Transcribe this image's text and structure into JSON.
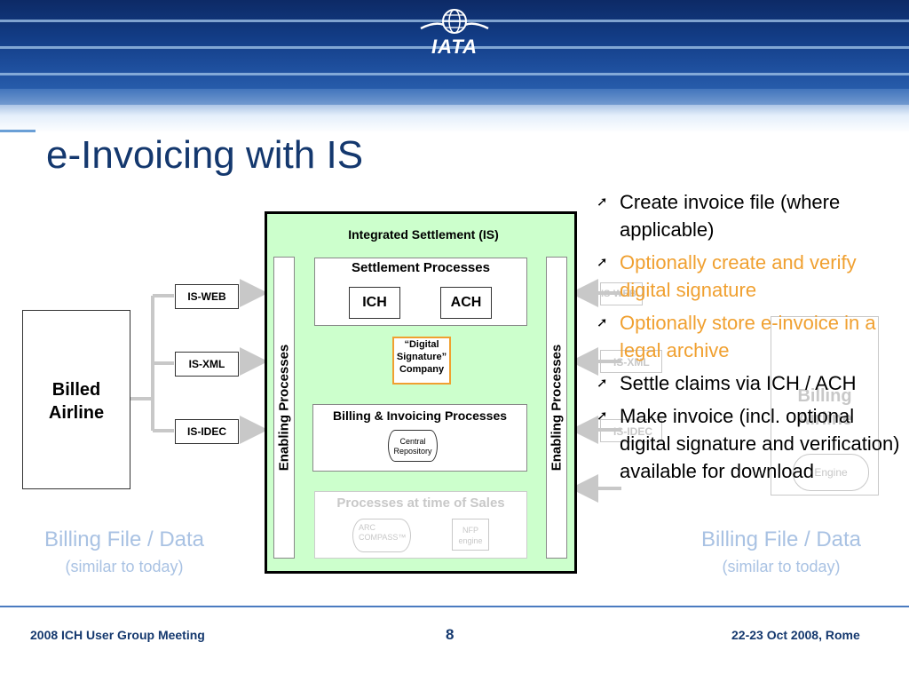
{
  "header": {
    "logo_text": "IATA"
  },
  "slide": {
    "title": "e-Invoicing with IS"
  },
  "diagram": {
    "is_label": "Integrated Settlement (IS)",
    "enabling_left": "Enabling Processes",
    "enabling_right": "Enabling Processes",
    "settlement_title": "Settlement Processes",
    "ich": "ICH",
    "ach": "ACH",
    "digital_signature": [
      "“Digital",
      "Signature”",
      "Company"
    ],
    "billing_title": "Billing & Invoicing Processes",
    "central_repository": [
      "Central",
      "Repository"
    ],
    "sales_title": "Processes at time of Sales",
    "arc_compass": [
      "ARC",
      "COMPASS™"
    ],
    "nfp_engine": [
      "NFP",
      "engine"
    ],
    "is_web": "IS-WEB",
    "is_xml": "IS-XML",
    "is_idec": "IS-IDEC",
    "billed_airline": [
      "Billed",
      "Airline"
    ],
    "right_faded": {
      "is_web": "IS-WEB",
      "is_xml": "IS-XML",
      "is_idec": "IS-IDEC",
      "billing_airline": [
        "Billing",
        "Airline"
      ],
      "engine": "Engine"
    },
    "left_caption": [
      "Billing File / Data",
      "(similar to today)"
    ],
    "right_caption": [
      "Billing File / Data",
      "(similar to today)"
    ]
  },
  "bullets": [
    {
      "text": "Create invoice file (where applicable)",
      "color": "#000000"
    },
    {
      "text": "Optionally create and verify digital signature",
      "color": "#f0a030"
    },
    {
      "text": "Optionally store e-invoice in a legal archive",
      "color": "#f0a030"
    },
    {
      "text": "Settle claims via ICH / ACH",
      "color": "#000000"
    },
    {
      "text": "Make invoice (incl. optional digital signature and verification) available for download",
      "color": "#000000"
    }
  ],
  "bullet_glyph": "➚",
  "footer": {
    "left": "2008 ICH User Group Meeting",
    "page": "8",
    "right": "22-23 Oct 2008, Rome"
  }
}
